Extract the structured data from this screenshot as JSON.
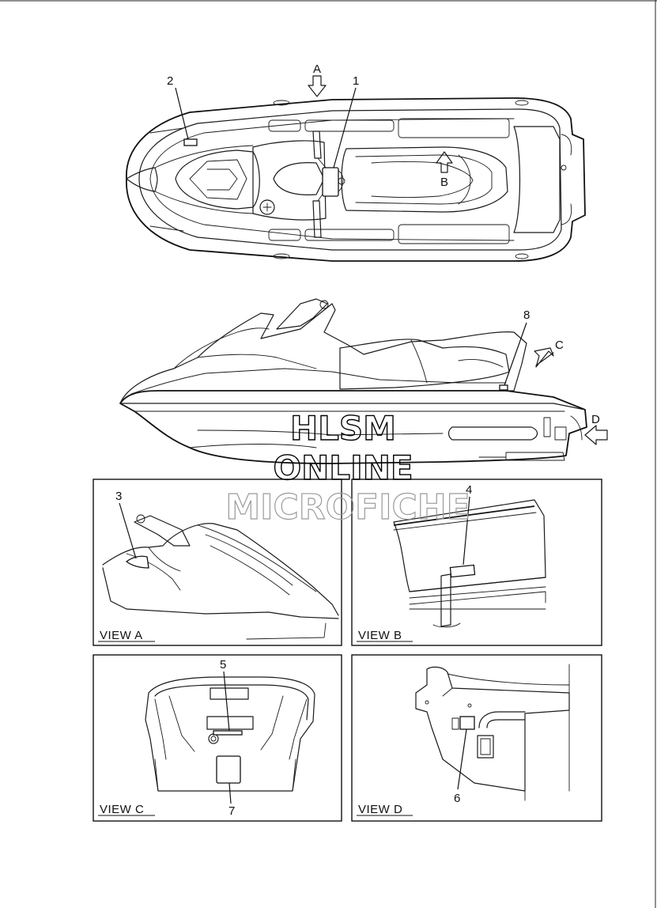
{
  "callouts": {
    "c1": "1",
    "c2": "2",
    "c3": "3",
    "c4": "4",
    "c5": "5",
    "c6": "6",
    "c7": "7",
    "c8": "8"
  },
  "view_arrows": {
    "a": "A",
    "b": "B",
    "c": "C",
    "d": "D"
  },
  "panels": {
    "view_a": "VIEW A",
    "view_b": "VIEW B",
    "view_c": "VIEW C",
    "view_d": "VIEW D"
  },
  "watermark": {
    "line1": "HLSM",
    "line2": "ONLINE",
    "line3": "MICROFICHE"
  }
}
